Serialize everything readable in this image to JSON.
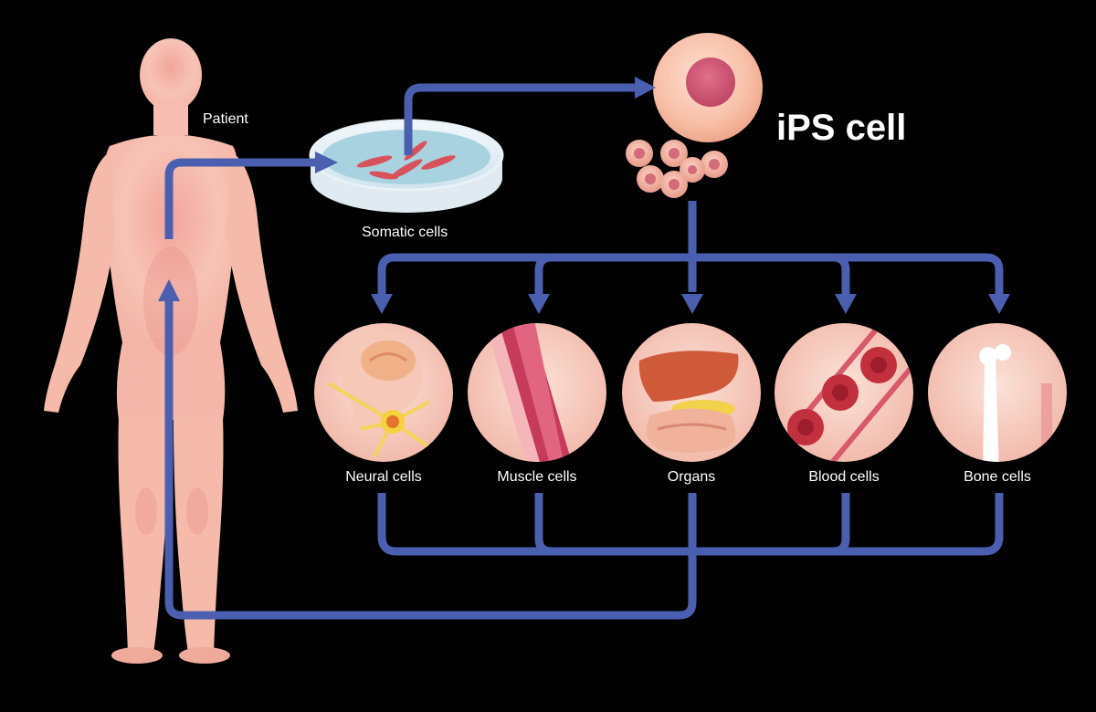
{
  "labels": {
    "patient": "Patient",
    "somatic": "Somatic cells",
    "ips": "iPS cell"
  },
  "cell_types": [
    {
      "label": "Neural cells",
      "icon": "neural-cells-icon"
    },
    {
      "label": "Muscle cells",
      "icon": "muscle-cells-icon"
    },
    {
      "label": "Organs",
      "icon": "organs-icon"
    },
    {
      "label": "Blood cells",
      "icon": "blood-cells-icon"
    },
    {
      "label": "Bone cells",
      "icon": "bone-cells-icon"
    }
  ],
  "colors": {
    "background": "#000000",
    "arrow": "#4a5fb0",
    "skin": "#f6c2b4",
    "skin_shade": "#e58f86",
    "ips_cell": "#f9c8b6",
    "ips_nucleus": "#d65a77"
  }
}
